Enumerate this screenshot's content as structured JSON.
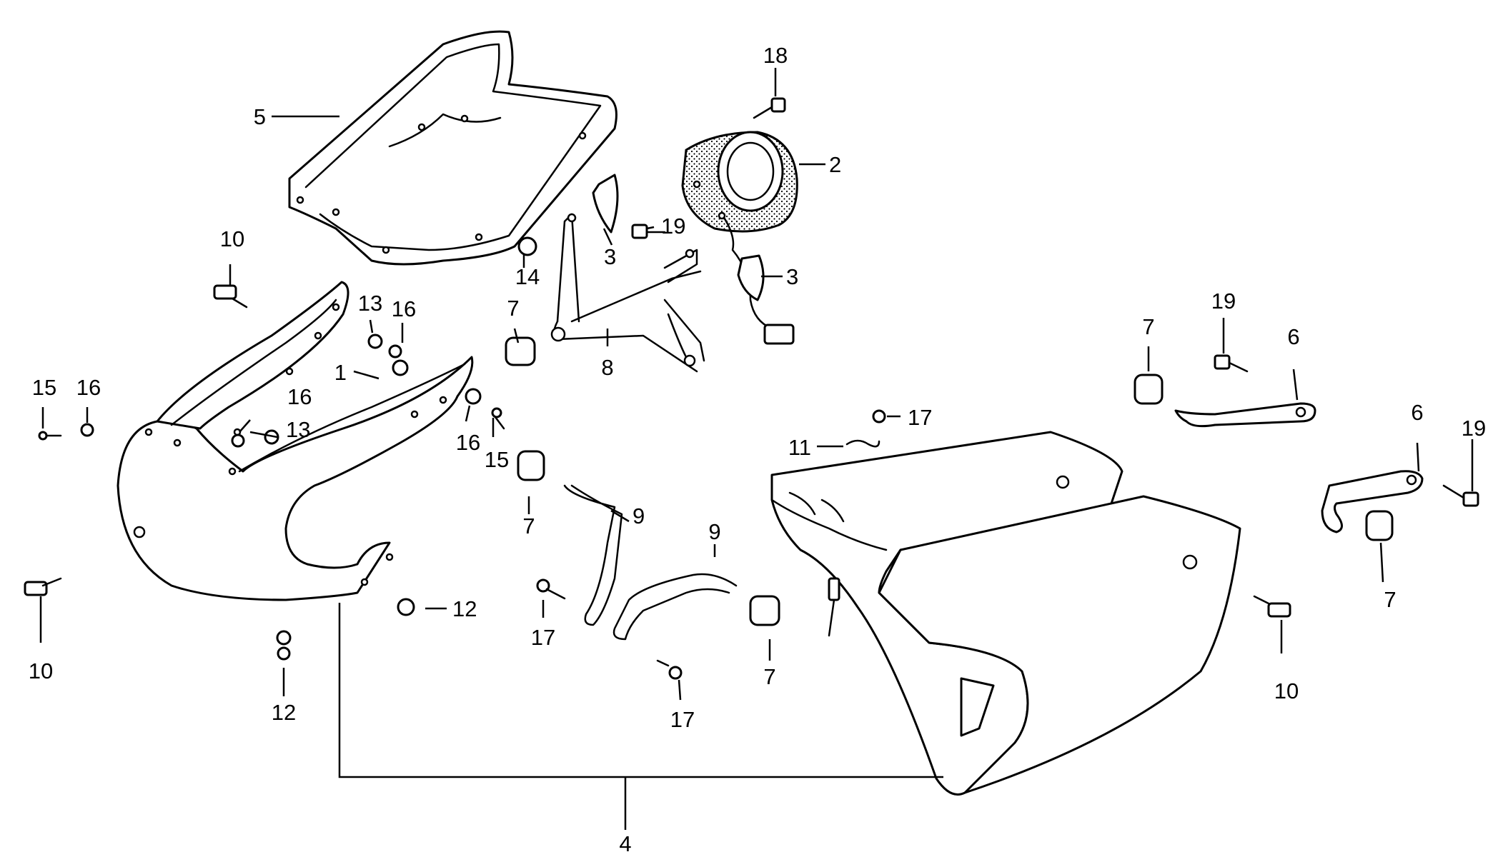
{
  "callouts": {
    "c1": "1",
    "c2": "2",
    "c3a": "3",
    "c3b": "3",
    "c4": "4",
    "c5": "5",
    "c6a": "6",
    "c6b": "6",
    "c7a": "7",
    "c7b": "7",
    "c7c": "7",
    "c7d": "7",
    "c7e": "7",
    "c8": "8",
    "c9a": "9",
    "c9b": "9",
    "c10a": "10",
    "c10b": "10",
    "c10c": "10",
    "c11": "11",
    "c12a": "12",
    "c12b": "12",
    "c13a": "13",
    "c13b": "13",
    "c14": "14",
    "c15a": "15",
    "c15b": "15",
    "c16a": "16",
    "c16b": "16",
    "c16c": "16",
    "c16d": "16",
    "c17a": "17",
    "c17b": "17",
    "c17c": "17",
    "c18": "18",
    "c19a": "19",
    "c19b": "19",
    "c19c": "19"
  },
  "colors": {
    "line": "#000000",
    "background": "#ffffff"
  }
}
